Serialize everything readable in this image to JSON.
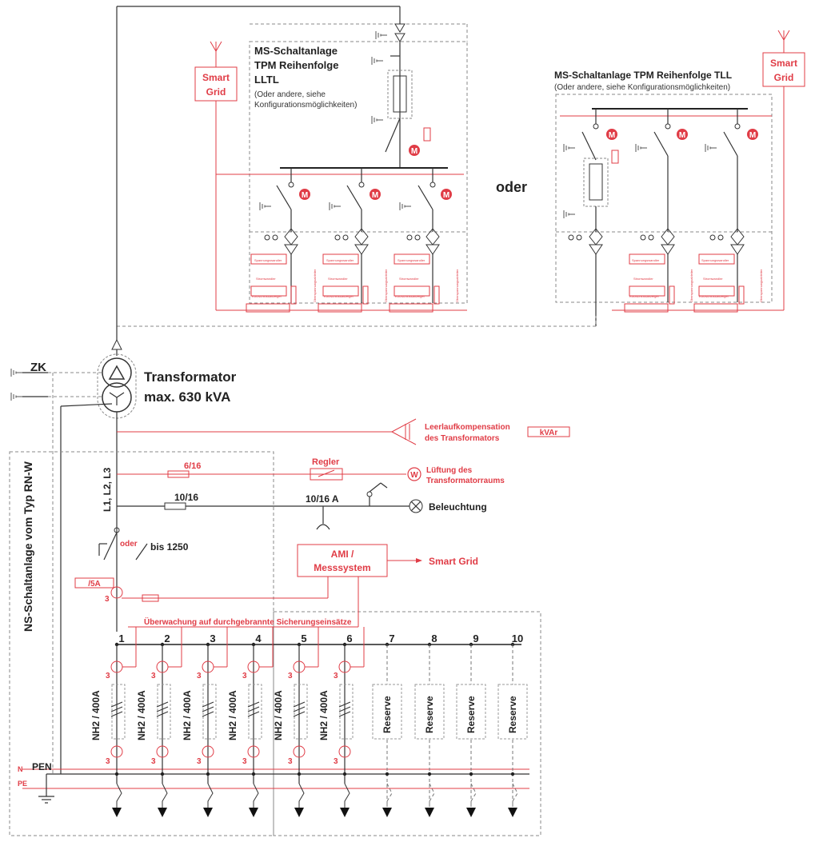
{
  "ms_left": {
    "title_1": "MS-Schaltanlage",
    "title_2": "TPM Reihenfolge",
    "title_3": "LLTL",
    "note_1": "(Oder andere, siehe",
    "note_2": "Konfigurationsmöglichkeiten)"
  },
  "ms_right": {
    "title": "MS-Schaltanlage TPM Reihenfolge TLL",
    "note": "(Oder andere, siehe Konfigurationsmöglichkeiten)"
  },
  "smart_grid_line1": "Smart",
  "smart_grid_line2": "Grid",
  "motor_label": "M",
  "oder_big": "oder",
  "module_labels": {
    "spannungswandler": "Spannungswandler",
    "stromwandler": "Stromwandler",
    "kurzschlussanzeiger": "Kurzschlussanzeiger",
    "ueberspannungsableiter": "Überspannungsableiter"
  },
  "transformer": {
    "line1": "Transformator",
    "line2": "max. 630 kVA"
  },
  "zk": "ZK",
  "leerlauf_1": "Leerlaufkompensation",
  "leerlauf_2": "des Transformators",
  "kvar": "kVAr",
  "fuse_6_16": "6/16",
  "regler": "Regler",
  "lueftung_1": "Lüftung des",
  "lueftung_2": "Transformatorraums",
  "w_label": "W",
  "l1l2l3": "L1, L2, L3",
  "fuse_10_16": "10/16",
  "fuse_10_16a": "10/16 A",
  "beleuchtung": "Beleuchtung",
  "oder_small": "oder",
  "bis_1250": "bis 1250",
  "ami_1": "AMI /",
  "ami_2": "Messsystem",
  "smart_grid_out": "Smart Grid",
  "ct_ratio": "/5A",
  "three": "3",
  "ueberwachung": "Überwachung auf durchgebrannte Sicherungseinsätze",
  "ns_label": "NS-Schaltanlage vom Typ RN-W",
  "pen": "PEN",
  "n": "N",
  "pe": "PE",
  "feeder_numbers": [
    "1",
    "2",
    "3",
    "4",
    "5",
    "6",
    "7",
    "8",
    "9",
    "10"
  ],
  "fuse_type": "NH2 / 400A",
  "reserve": "Reserve"
}
